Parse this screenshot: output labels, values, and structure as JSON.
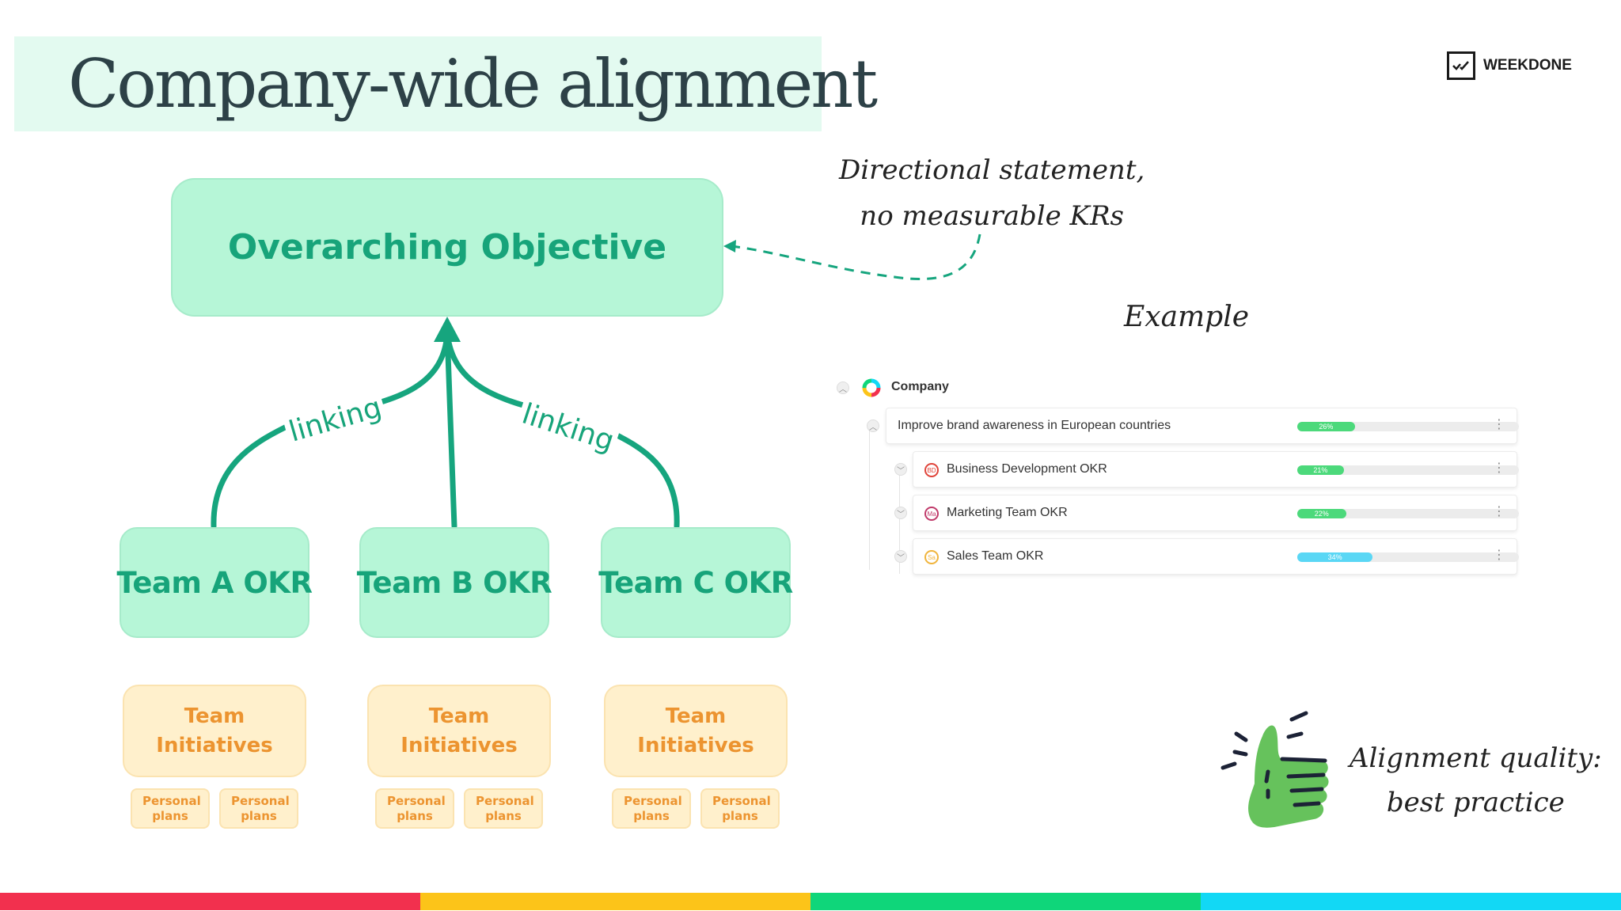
{
  "title": "Company-wide alignment",
  "logo": {
    "text": "WEEKDONE",
    "icon": "check-box-icon"
  },
  "diagram": {
    "objective": "Overarching Objective",
    "link_label": "linking",
    "teams": [
      {
        "okr": "Team A OKR",
        "initiative": "Team Initiatives",
        "plans": [
          "Personal plans",
          "Personal plans"
        ]
      },
      {
        "okr": "Team B OKR",
        "initiative": "Team Initiatives",
        "plans": [
          "Personal plans",
          "Personal plans"
        ]
      },
      {
        "okr": "Team C OKR",
        "initiative": "Team Initiatives",
        "plans": [
          "Personal plans",
          "Personal plans"
        ]
      }
    ]
  },
  "notes": {
    "directional_line1": "Directional statement,",
    "directional_line2": "no measurable KRs",
    "example": "Example",
    "alignment_line1": "Alignment quality:",
    "alignment_line2": "best practice"
  },
  "okr_tree": {
    "root": "Company",
    "objective": {
      "title": "Improve brand awareness in European countries",
      "progress": 26,
      "progress_label": "26%"
    },
    "teams": [
      {
        "name": "Business Development OKR",
        "initials": "BD",
        "progress": 21,
        "progress_label": "21%",
        "color": "#e0443a"
      },
      {
        "name": "Marketing Team OKR",
        "initials": "Ma",
        "progress": 22,
        "progress_label": "22%",
        "color": "#c03a6a"
      },
      {
        "name": "Sales Team OKR",
        "initials": "Sa",
        "progress": 34,
        "progress_label": "34%",
        "color": "#f0b43c"
      }
    ]
  },
  "colors": {
    "green_box": "#b6f6d7",
    "green_text": "#17a47a",
    "orange_box": "#fff0cc",
    "orange_text": "#ec9430",
    "progress_green": "#4cd97b",
    "progress_blue": "#5ad7f5",
    "stripe": [
      "#f2304e",
      "#fcc419",
      "#0fd67a",
      "#12d8f5"
    ]
  }
}
